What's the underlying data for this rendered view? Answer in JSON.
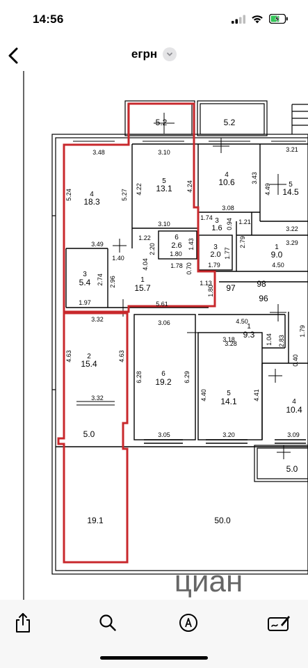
{
  "status_bar": {
    "time": "14:56"
  },
  "nav": {
    "title": "егрн"
  },
  "plan": {
    "rooms": [
      {
        "num": "4",
        "area": "18.3"
      },
      {
        "num": "5",
        "area": "13.1"
      },
      {
        "num": "4",
        "area": "10.6"
      },
      {
        "num": "5",
        "area": "14.5"
      },
      {
        "num": "3",
        "area": "5.4"
      },
      {
        "num": "1",
        "area": "15.7"
      },
      {
        "num": "6",
        "area": "2.6"
      },
      {
        "num": "3",
        "area": "1.6"
      },
      {
        "num": "3",
        "area": "2.0"
      },
      {
        "num": "1",
        "area": "9.0"
      },
      {
        "num": "2",
        "area": "15.4"
      },
      {
        "num": "6",
        "area": "19.2"
      },
      {
        "num": "5",
        "area": "14.1"
      },
      {
        "num": "1",
        "area": "9.3"
      },
      {
        "num": "4",
        "area": "10.4"
      }
    ],
    "balconies": [
      "5.2",
      "5.2",
      "5.0",
      "5.0"
    ],
    "areas": [
      "19.1",
      "50.0"
    ],
    "corridor": [
      "97",
      "98",
      "96"
    ],
    "dims": [
      "3.48",
      "5.24",
      "5.27",
      "3.49",
      "3.10",
      "4.22",
      "4.24",
      "3.10",
      "3.43",
      "3.08",
      "3.21",
      "4.49",
      "1.74",
      "0.94",
      "1.21",
      "3.22",
      "3.29",
      "4.50",
      "2.79",
      "1.77",
      "1.79",
      "1.22",
      "2.20",
      "1.43",
      "1.80",
      "1.78",
      "0.70",
      "4.04",
      "1.40",
      "2.74",
      "2.96",
      "1.97",
      "1.13",
      "1.80",
      "5.61",
      "3.32",
      "4.63",
      "4.63",
      "3.32",
      "3.06",
      "6.28",
      "6.29",
      "3.05",
      "4.50",
      "3.28",
      "2.83",
      "1.04",
      "3.18",
      "4.40",
      "4.41",
      "3.20",
      "3.09",
      "0.40",
      "1.79"
    ],
    "watermark": "циан"
  },
  "toolbar": {
    "items": [
      "share",
      "search",
      "markup",
      "edit"
    ]
  }
}
